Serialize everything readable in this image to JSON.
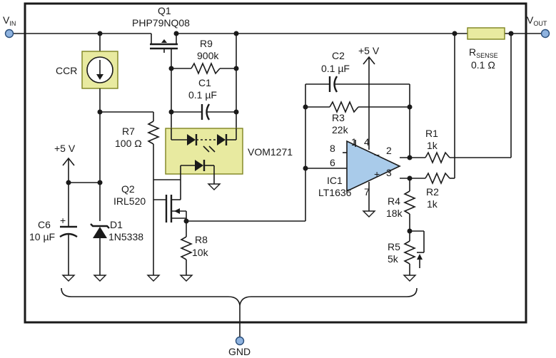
{
  "terminals": {
    "vin": "V",
    "vin_sub": "IN",
    "vout": "V",
    "vout_sub": "OUT",
    "gnd": "GND"
  },
  "components": {
    "q1": {
      "ref": "Q1",
      "part": "PHP79NQ08"
    },
    "r9": {
      "ref": "R9",
      "value": "900k"
    },
    "c1": {
      "ref": "C1",
      "value": "0.1 µF"
    },
    "ccr": {
      "ref": "CCR"
    },
    "r7": {
      "ref": "R7",
      "value": "100 Ω"
    },
    "vom": {
      "ref": "VOM1271"
    },
    "q2": {
      "ref": "Q2",
      "part": "IRL520"
    },
    "r8": {
      "ref": "R8",
      "value": "10k"
    },
    "c6": {
      "ref": "C6",
      "value": "10 µF"
    },
    "d1": {
      "ref": "D1",
      "part": "1N5338"
    },
    "supply_left": "+5 V",
    "supply_right": "+5 V",
    "c2": {
      "ref": "C2",
      "value": "0.1 µF"
    },
    "r3": {
      "ref": "R3",
      "value": "22k"
    },
    "ic1": {
      "ref": "IC1",
      "part": "LT1636"
    },
    "pins": {
      "p1": "1",
      "p2": "2",
      "p3": "3",
      "p4": "4",
      "p6": "6",
      "p7": "7",
      "p8": "8",
      "minus": "−",
      "plus": "+"
    },
    "r1": {
      "ref": "R1",
      "value": "1k"
    },
    "r2": {
      "ref": "R2",
      "value": "1k"
    },
    "r4": {
      "ref": "R4",
      "value": "18k"
    },
    "r5": {
      "ref": "R5",
      "value": "5k"
    },
    "rsense": {
      "ref": "R",
      "ref_sub": "SENSE",
      "value": "0.1 Ω"
    }
  },
  "colors": {
    "box_fill": "#e8eaa0",
    "box_stroke": "#7e8420",
    "opamp_fill": "#a9cbea",
    "terminal_fill": "#8fb3df"
  }
}
